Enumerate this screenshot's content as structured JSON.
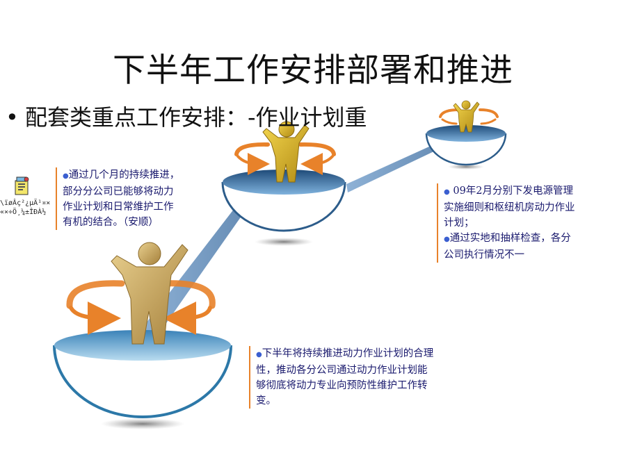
{
  "title": "下半年工作安排部署和推进",
  "subtitle": "配套类重点工作安排：-作业计划重",
  "bullet_symbol": "•",
  "note_left": {
    "bullet": "●",
    "lines": [
      "通过几个月的持续推进，",
      "部分分公司已能够将动力",
      "作业计划和日常维护工作",
      "有机的结合。（安顺）"
    ]
  },
  "note_right": {
    "bullet": "●",
    "lines": [
      " 09年2月分别下发电源管理",
      "实施细则和枢纽机房动力作业",
      "计划；",
      "通过实地和抽样检查，各分",
      "公司执行情况不一"
    ]
  },
  "note_bottom": {
    "bullet": "●",
    "lines": [
      "下半年将持续推进动力作业计划的合理",
      "性，推动各分公司通过动力作业计划能",
      "够彻底将动力专业向预防性维护工作转",
      "变。"
    ]
  },
  "object_icon": {
    "icon": "document-object-icon",
    "caption_lines": [
      "\\ïøÂç²¿µÄ¹¤×",
      "«×÷Ö¸¼±ÎÐÀ½"
    ]
  },
  "colors": {
    "text_blue": "#1a1a6e",
    "accent_orange": "#e8822a",
    "bowl_blue": "#2c5c8a",
    "figure_gold": "#c9a24a"
  }
}
